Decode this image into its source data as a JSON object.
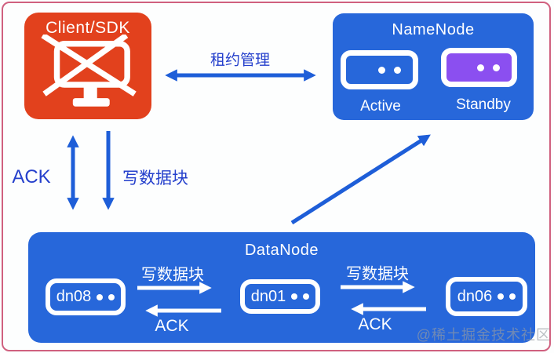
{
  "client": {
    "title": "Client/SDK"
  },
  "namenode": {
    "title": "NameNode",
    "active_label": "Active",
    "standby_label": "Standby"
  },
  "datanode": {
    "title": "DataNode",
    "nodes": [
      {
        "label": "dn08"
      },
      {
        "label": "dn01"
      },
      {
        "label": "dn06"
      }
    ]
  },
  "edges": {
    "lease_label": "租约管理",
    "client_ack_label": "ACK",
    "client_write_label": "写数据块",
    "pipeline1_write_label": "写数据块",
    "pipeline1_ack_label": "ACK",
    "pipeline2_write_label": "写数据块",
    "pipeline2_ack_label": "ACK"
  },
  "watermark": "@稀土掘金技术社区",
  "colors": {
    "client_orange": "#E2411D",
    "node_blue": "#2767DA",
    "standby_purple": "#8B4FF0",
    "arrow_blue": "#1E5ED8",
    "label_blue": "#2540CC",
    "border_pink": "#D0607F"
  }
}
